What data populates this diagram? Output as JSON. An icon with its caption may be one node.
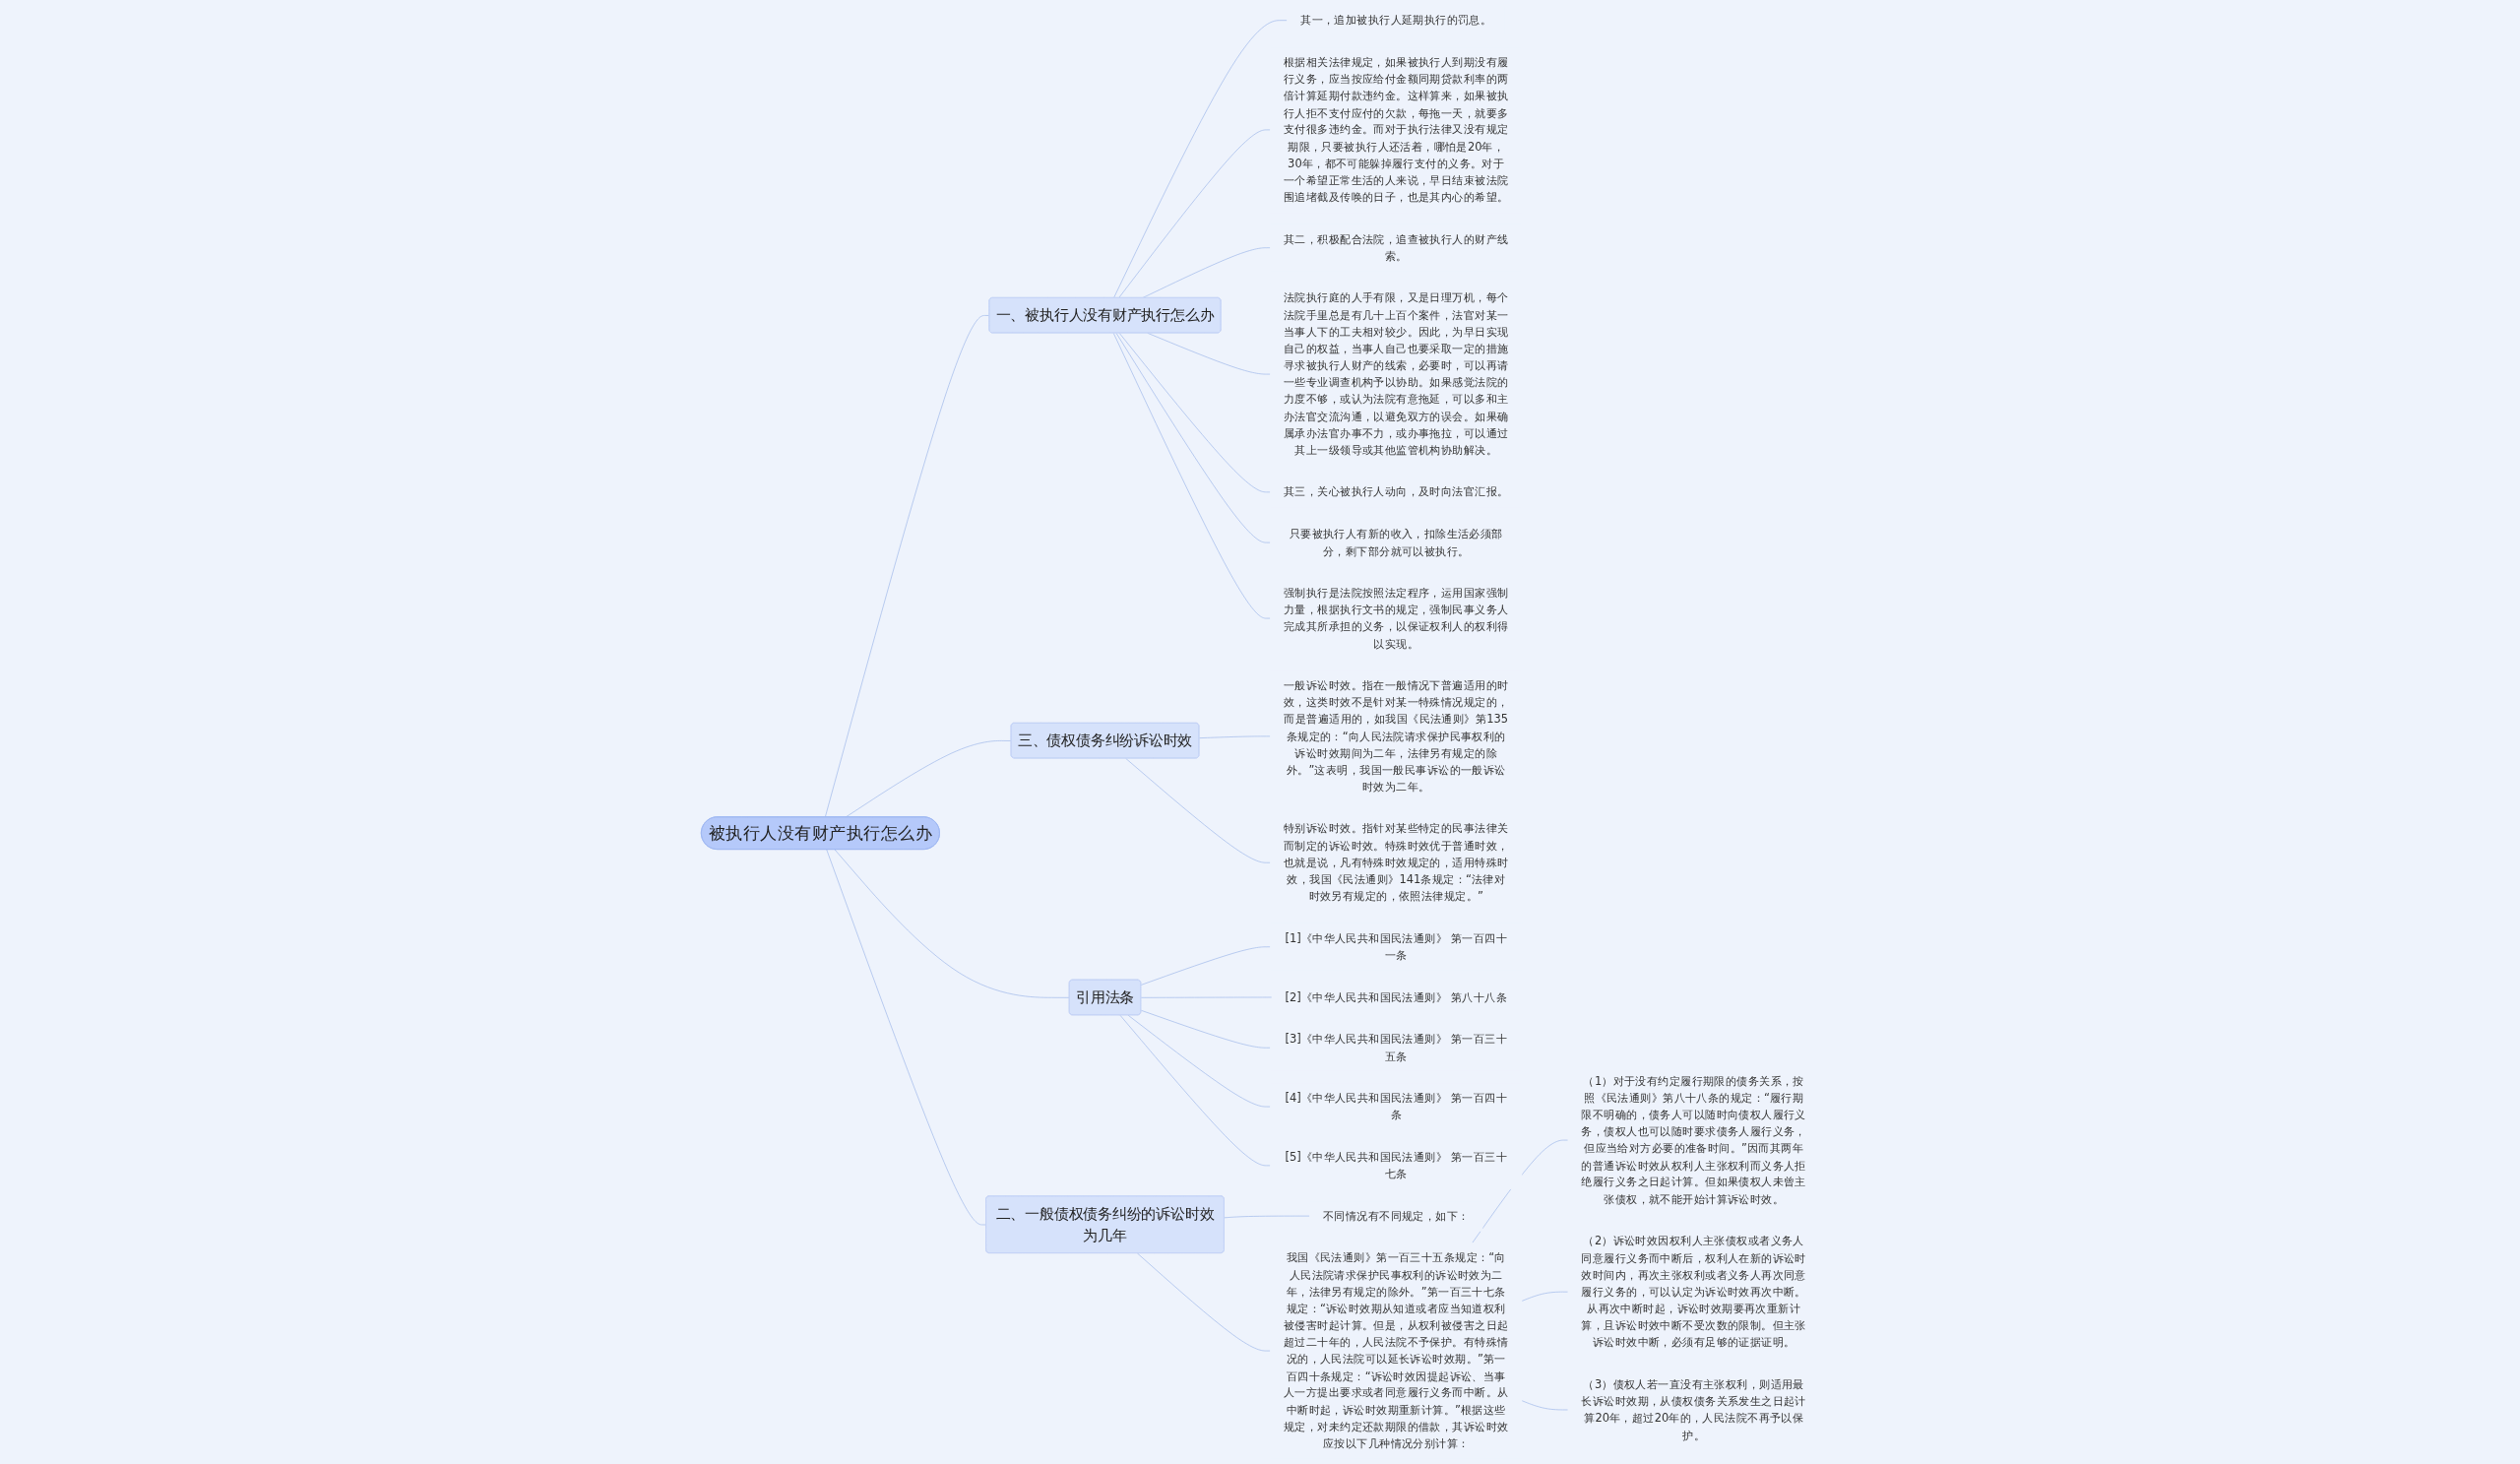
{
  "diagram": {
    "nodes": [
      {
        "text": [
          "被执行人没有财产执行怎么办"
        ]
      },
      {
        "text": [
          "一、被执行人没有财产执行怎么办"
        ]
      },
      {
        "text": [
          "其一，追加被执行人延期执行的罚息。"
        ]
      },
      {
        "text": [
          "根据相关法律规定，如果被执行人到期没有履行义务，应当按应给付金额同期贷款利率的两倍计算延期付款违约金。这样算来，如果被执行人拒不支付应付的欠款，每拖一天，就要多支付很多违约金。而对于执行法律又没有规定期限，只要被执行人还活着，哪怕是20年，30年，都不可能躲掉履行支付的义务。对于一个希望正常生活的人来说，早日结束被法院围追堵截及传唤的日子，也是其内心的希望。"
        ]
      },
      {
        "text": [
          "其二，积极配合法院，追查被执行人的财产线索。"
        ]
      },
      {
        "text": [
          "法院执行庭的人手有限，又是日理万机，每个法院手里总是有几十上百个案件，法官对某一当事人下的工夫相对较少。因此，为早日实现自己的权益，当事人自己也要采取一定的措施寻求被执行人财产的线索，必要时，可以再请一些专业调查机构予以协助。如果感觉法院的力度不够，或认为法院有意拖延，可以多和主办法官交流沟通，以避免双方的误会。如果确属承办法官办事不力，或办事拖拉，可以通过其上一级领导或其他监管机构协助解决。"
        ]
      },
      {
        "text": [
          "其三，关心被执行人动向，及时向法官汇报。"
        ]
      },
      {
        "text": [
          "只要被执行人有新的收入，扣除生活必须部分，剩下部分就可以被执行。"
        ]
      },
      {
        "text": [
          "强制执行是法院按照法定程序，运用国家强制力量，根据执行文书的规定，强制民事义务人完成其所承担的义务，以保证权利人的权利得以实现。"
        ]
      },
      {
        "text": [
          "三、债权债务纠纷诉讼时效"
        ]
      },
      {
        "text": [
          "一般诉讼时效。指在一般情况下普遍适用的时效，这类时效不是针对某一特殊情况规定的，而是普遍适用的，如我国《民法通则》第135条规定的：“向人民法院请求保护民事权利的诉讼时效期间为二年，法律另有规定的除外。”这表明，我国一般民事诉讼的一般诉讼时效为二年。"
        ]
      },
      {
        "text": [
          "特别诉讼时效。指针对某些特定的民事法律关而制定的诉讼时效。特殊时效优于普通时效，也就是说，凡有特殊时效规定的，适用特殊时效，我国《民法通则》141条规定：“法律对时效另有规定的，依照法律规定。”"
        ]
      },
      {
        "text": [
          "引用法条"
        ]
      },
      {
        "text": [
          "[1]《中华人民共和国民法通则》 第一百四十一条"
        ]
      },
      {
        "text": [
          "[2]《中华人民共和国民法通则》 第八十八条"
        ]
      },
      {
        "text": [
          "[3]《中华人民共和国民法通则》 第一百三十五条"
        ]
      },
      {
        "text": [
          "[4]《中华人民共和国民法通则》 第一百四十条"
        ]
      },
      {
        "text": [
          "[5]《中华人民共和国民法通则》 第一百三十七条"
        ]
      },
      {
        "text": [
          "二、一般债权债务纠纷的诉讼时效为几年"
        ]
      },
      {
        "text": [
          "不同情况有不同规定，如下："
        ]
      },
      {
        "text": [
          "我国《民法通则》第一百三十五条规定：“向人民法院请求保护民事权利的诉讼时效为二年，法律另有规定的除外。”第一百三十七条规定：“诉讼时效期从知道或者应当知道权利被侵害时起计算。但是，从权利被侵害之日起超过二十年的，人民法院不予保护。有特殊情况的，人民法院可以延长诉讼时效期。”第一百四十条规定：“诉讼时效因提起诉讼、当事人一方提出要求或者同意履行义务而中断。从中断时起，诉讼时效期重新计算。”根据这些规定，对未约定还款期限的借款，其诉讼时效应按以下几种情况分别计算："
        ]
      },
      {
        "text": [
          "（1）对于没有约定履行期限的债务关系，按照《民法通则》第八十八条的规定：“履行期限不明确的，债务人可以随时向债权人履行义务，债权人也可以随时要求债务人履行义务，但应当给对方必要的准备时间。”因而其两年的普通诉讼时效从权利人主张权利而义务人拒绝履行义务之日起计算。但如果债权人未曾主张债权，就不能开始计算诉讼时效。"
        ]
      },
      {
        "text": [
          "（2）诉讼时效因权利人主张债权或者义务人同意履行义务而中断后，权利人在新的诉讼时效时间内，再次主张权利或者义务人再次同意履行义务的，可以认定为诉讼时效再次中断。从再次中断时起，诉讼时效期要再次重新计算，且诉讼时效中断不受次数的限制。但主张诉讼时效中断，必须有足够的证据证明。"
        ]
      },
      {
        "text": [
          "（3）债权人若一直没有主张权利，则适用最长诉讼时效期，从债权债务关系发生之日起计算20年，超过20年的，人民法院不再予以保护。"
        ]
      }
    ],
    "edges": [
      {
        "from": 0,
        "to": 1,
        "arrow": "none"
      },
      {
        "from": 1,
        "to": 2,
        "arrow": "none"
      },
      {
        "from": 1,
        "to": 3,
        "arrow": "none"
      },
      {
        "from": 1,
        "to": 4,
        "arrow": "none"
      },
      {
        "from": 1,
        "to": 5,
        "arrow": "none"
      },
      {
        "from": 1,
        "to": 6,
        "arrow": "none"
      },
      {
        "from": 1,
        "to": 7,
        "arrow": "none"
      },
      {
        "from": 1,
        "to": 8,
        "arrow": "none"
      },
      {
        "from": 0,
        "to": 9,
        "arrow": "none"
      },
      {
        "from": 9,
        "to": 10,
        "arrow": "none"
      },
      {
        "from": 9,
        "to": 11,
        "arrow": "none"
      },
      {
        "from": 0,
        "to": 12,
        "arrow": "none"
      },
      {
        "from": 12,
        "to": 13,
        "arrow": "none"
      },
      {
        "from": 12,
        "to": 14,
        "arrow": "none"
      },
      {
        "from": 12,
        "to": 15,
        "arrow": "none"
      },
      {
        "from": 12,
        "to": 16,
        "arrow": "none"
      },
      {
        "from": 12,
        "to": 17,
        "arrow": "none"
      },
      {
        "from": 0,
        "to": 18,
        "arrow": "none"
      },
      {
        "from": 18,
        "to": 19,
        "arrow": "none"
      },
      {
        "from": 18,
        "to": 20,
        "arrow": "none"
      },
      {
        "from": 20,
        "to": 21,
        "arrow": "none"
      },
      {
        "from": 20,
        "to": 22,
        "arrow": "none"
      },
      {
        "from": 20,
        "to": 23,
        "arrow": "none"
      }
    ]
  }
}
